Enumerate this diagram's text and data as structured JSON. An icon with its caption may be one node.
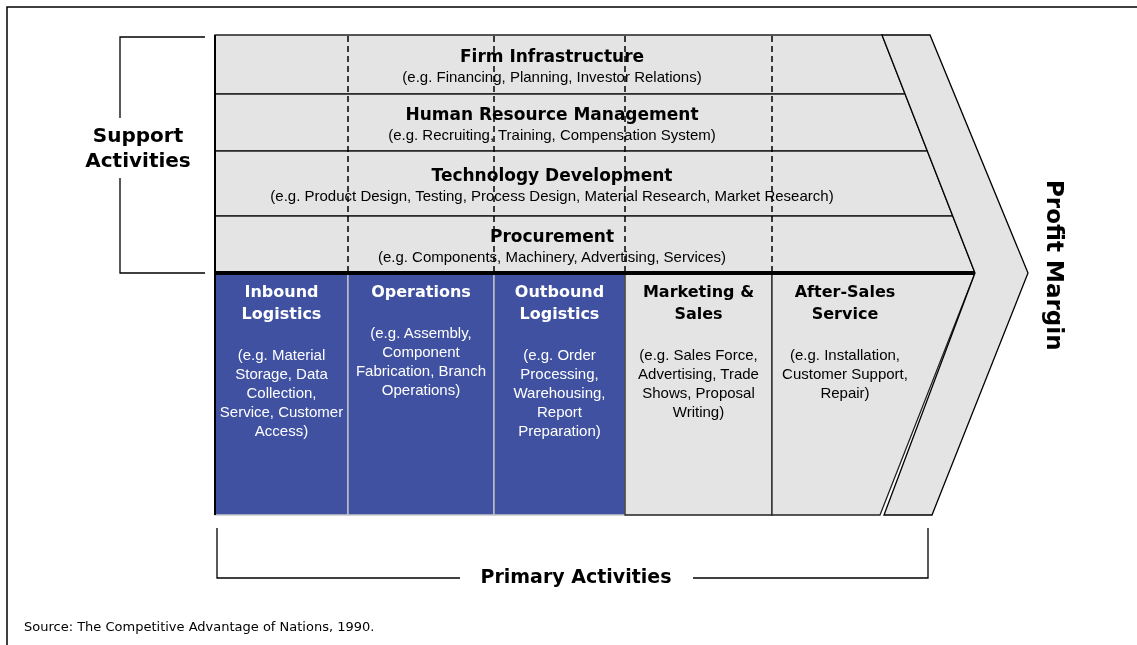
{
  "diagram": {
    "caption": "Source: The Competitive Advantage of Nations, 1990.",
    "nodes": [
      {
        "text": [
          "Firm Infrastructure",
          "(e.g. Financing, Planning, Investor Relations)"
        ]
      },
      {
        "text": [
          "Human Resource Management",
          "(e.g. Recruiting, Training, Compensation System)"
        ]
      },
      {
        "text": [
          "Technology Development",
          "(e.g. Product Design, Testing, Process Design, Material Research, Market Research)"
        ]
      },
      {
        "text": [
          "Procurement",
          "(e.g. Components, Machinery, Advertising, Services)"
        ]
      },
      {
        "text": [
          "Inbound Logistics",
          "(e.g. Material Storage, Data Collection, Service, Customer Access)"
        ]
      },
      {
        "text": [
          "Operations",
          "(e.g. Assembly, Component Fabrication, Branch Operations)"
        ]
      },
      {
        "text": [
          "Outbound Logistics",
          "(e.g. Order Processing, Warehousing, Report Preparation)"
        ]
      },
      {
        "text": [
          "Marketing & Sales",
          "(e.g. Sales Force, Advertising, Trade Shows, Proposal Writing)"
        ]
      },
      {
        "text": [
          "After-Sales Service",
          "(e.g. Installation, Customer Support, Repair)"
        ]
      },
      {
        "text": [
          "Profit Margin"
        ]
      }
    ],
    "labels": [
      "Support Activities",
      "Primary Activities"
    ]
  }
}
